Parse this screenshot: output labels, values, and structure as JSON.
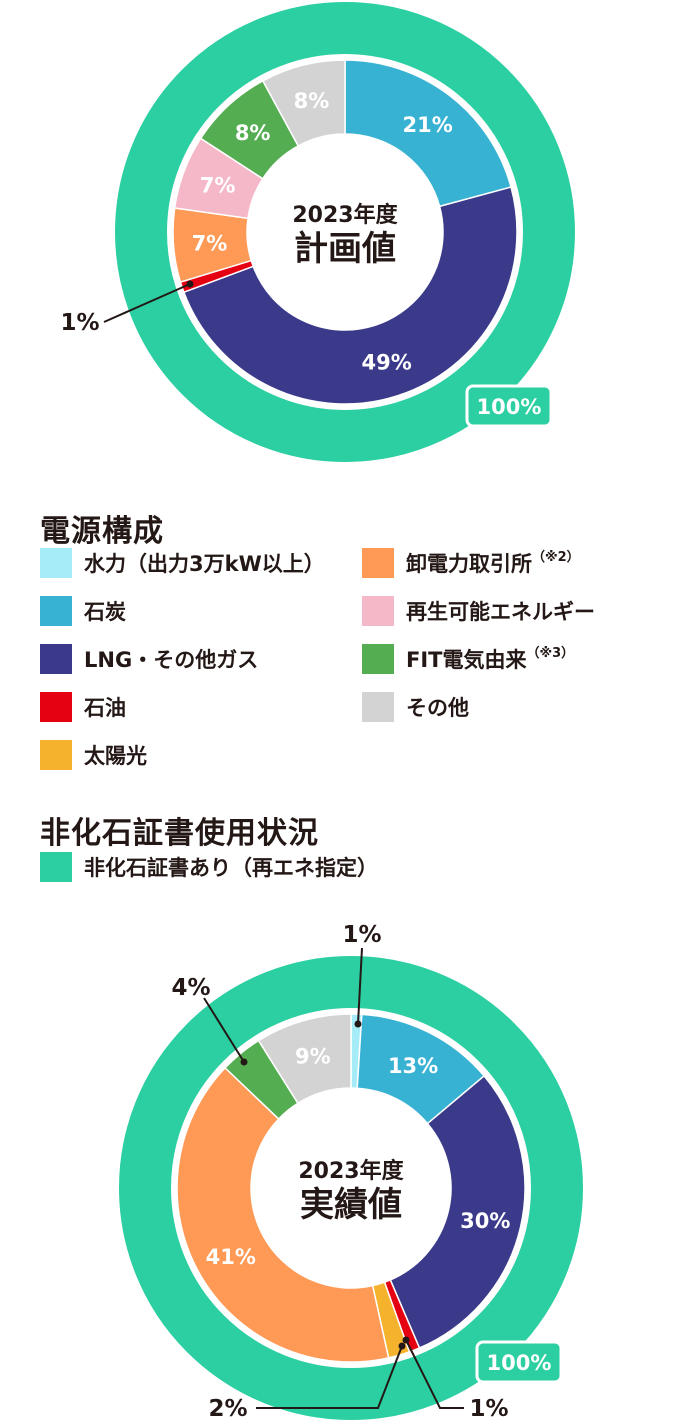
{
  "colors": {
    "outer_ring": "#2bcfa1",
    "hydro": "#a6ecf8",
    "coal": "#38b2d3",
    "lng": "#3b3a8a",
    "oil": "#e50012",
    "solar": "#f5b22c",
    "market": "#fe9a56",
    "renewable": "#f5b8c8",
    "fit": "#55ad52",
    "other": "#d3d3d3",
    "text_dark": "#231815"
  },
  "chart_data": [
    {
      "type": "pie",
      "center_year": "2023年度",
      "center_label": "計画値",
      "outer_ring": {
        "label": "100%",
        "value": 100
      },
      "slices": [
        {
          "key": "coal",
          "value": 21,
          "label": "21%"
        },
        {
          "key": "lng",
          "value": 49,
          "label": "49%"
        },
        {
          "key": "oil",
          "value": 1,
          "label": "1%"
        },
        {
          "key": "market",
          "value": 7,
          "label": "7%"
        },
        {
          "key": "renewable",
          "value": 7,
          "label": "7%"
        },
        {
          "key": "fit",
          "value": 8,
          "label": "8%"
        },
        {
          "key": "other",
          "value": 8,
          "label": "8%"
        }
      ]
    },
    {
      "type": "pie",
      "center_year": "2023年度",
      "center_label": "実績値",
      "outer_ring": {
        "label": "100%",
        "value": 100
      },
      "slices": [
        {
          "key": "hydro",
          "value": 1,
          "label": "1%"
        },
        {
          "key": "coal",
          "value": 13,
          "label": "13%"
        },
        {
          "key": "lng",
          "value": 30,
          "label": "30%"
        },
        {
          "key": "oil",
          "value": 1,
          "label": "1%"
        },
        {
          "key": "solar",
          "value": 2,
          "label": "2%"
        },
        {
          "key": "market",
          "value": 41,
          "label": "41%"
        },
        {
          "key": "fit",
          "value": 4,
          "label": "4%"
        },
        {
          "key": "other",
          "value": 9,
          "label": "9%"
        }
      ]
    }
  ],
  "legend": {
    "title": "電源構成",
    "items": {
      "hydro": "水力（出力3万kW以上）",
      "coal": "石炭",
      "lng": "LNG・その他ガス",
      "oil": "石油",
      "solar": "太陽光",
      "market": "卸電力取引所",
      "market_note": "（※2）",
      "renewable": "再生可能エネルギー",
      "fit": "FIT電気由来",
      "fit_note": "（※3）",
      "other": "その他"
    }
  },
  "certificate": {
    "title": "非化石証書使用状況",
    "item": "非化石証書あり（再エネ指定）"
  }
}
